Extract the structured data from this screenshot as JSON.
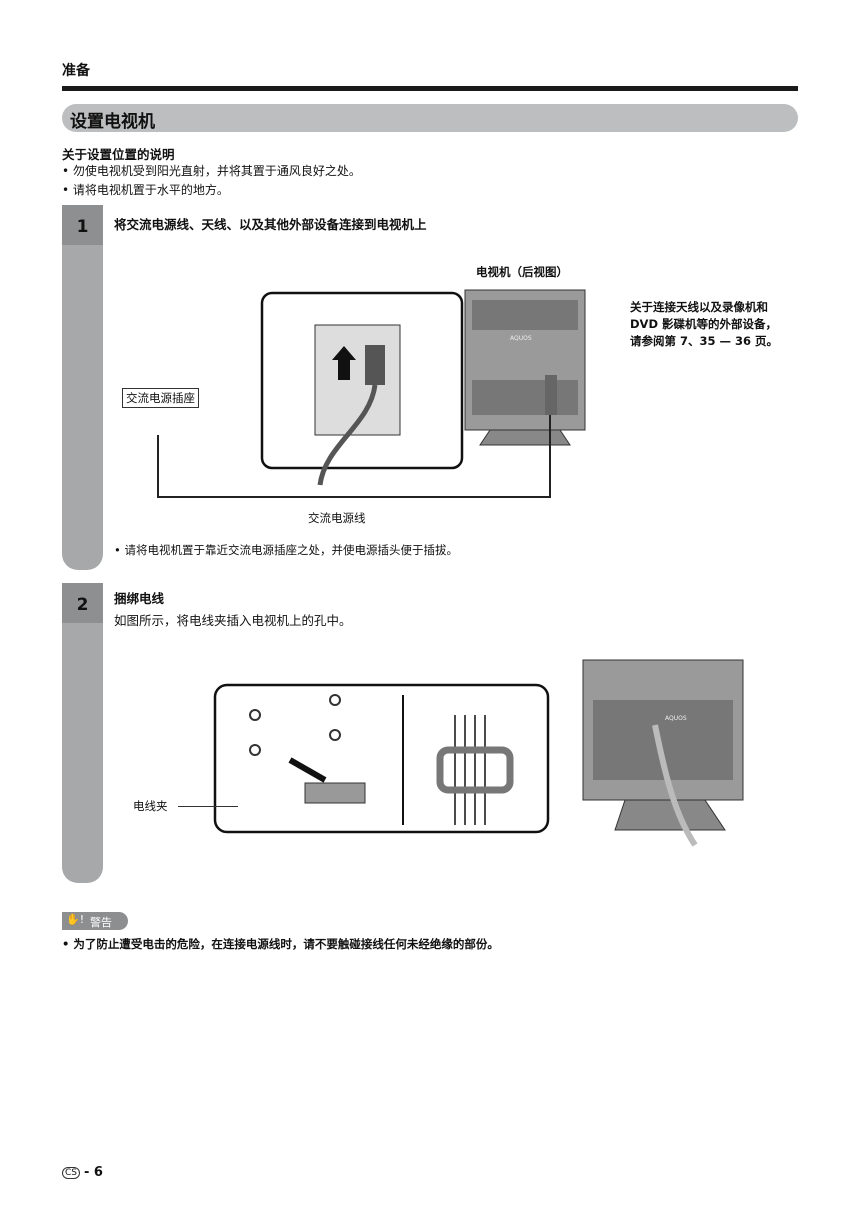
{
  "header": {
    "section": "准备",
    "title": "设置电视机"
  },
  "placement": {
    "heading": "关于设置位置的说明",
    "bullets": [
      "勿使电视机受到阳光直射，并将其置于通风良好之处。",
      "请将电视机置于水平的地方。"
    ]
  },
  "step1": {
    "number": "1",
    "heading": "将交流电源线、天线、以及其他外部设备连接到电视机上",
    "tv_label": "电视机（后视图）",
    "outlet_label": "交流电源插座",
    "cord_label": "交流电源线",
    "side_note": [
      "关于连接天线以及录像机和",
      "DVD 影碟机等的外部设备，",
      "请参阅第 7、35 — 36 页。"
    ],
    "bullet": "请将电视机置于靠近交流电源插座之处，并使电源插头便于插拔。",
    "brand": "AQUOS"
  },
  "step2": {
    "number": "2",
    "heading": "捆绑电线",
    "text": "如图所示，将电线夹插入电视机上的孔中。",
    "clamp_label": "电线夹",
    "brand": "AQUOS"
  },
  "warning": {
    "badge": "警告",
    "text": "为了防止遭受电击的危险，在连接电源线时，请不要触碰接线任何未经绝缘的部份。"
  },
  "footer": {
    "lang": "CS",
    "page": "6"
  }
}
